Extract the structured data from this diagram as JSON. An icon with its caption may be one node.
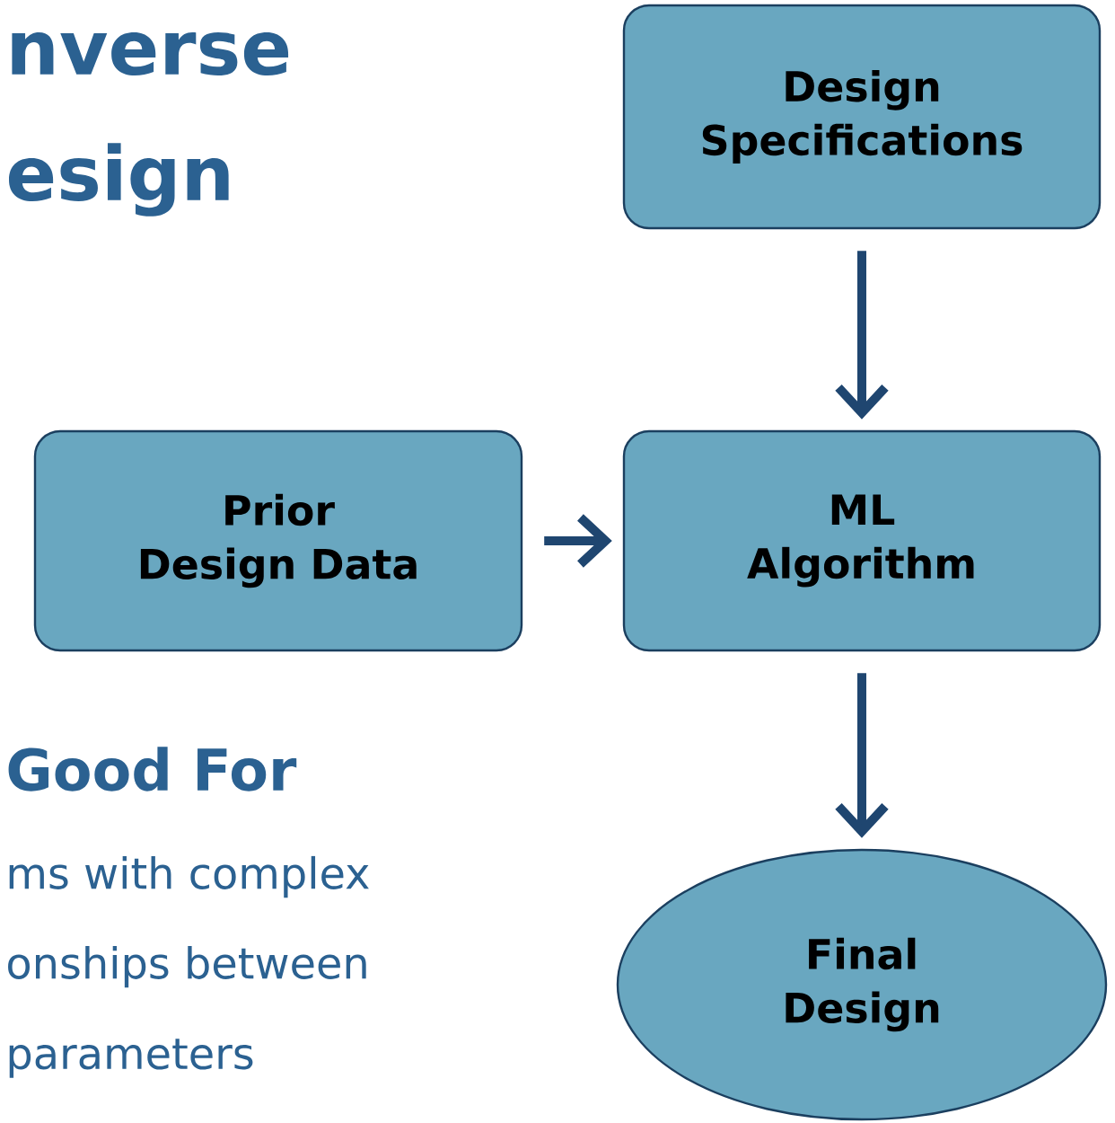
{
  "diagram": {
    "nodes": [
      {
        "text": [
          "Design Specifications"
        ]
      },
      {
        "text": [
          "Prior Design Data"
        ]
      },
      {
        "text": [
          "ML Algorithm"
        ]
      },
      {
        "text": [
          "Final Design"
        ]
      }
    ],
    "edges": [
      {
        "from": 0,
        "to": 2,
        "arrow": "to"
      },
      {
        "from": 1,
        "to": 2,
        "arrow": "to"
      },
      {
        "from": 2,
        "to": 3,
        "arrow": "to"
      }
    ],
    "labels": [
      "nverse",
      "esign",
      "Good For",
      "ms with complex",
      "onships between",
      "parameters"
    ]
  }
}
